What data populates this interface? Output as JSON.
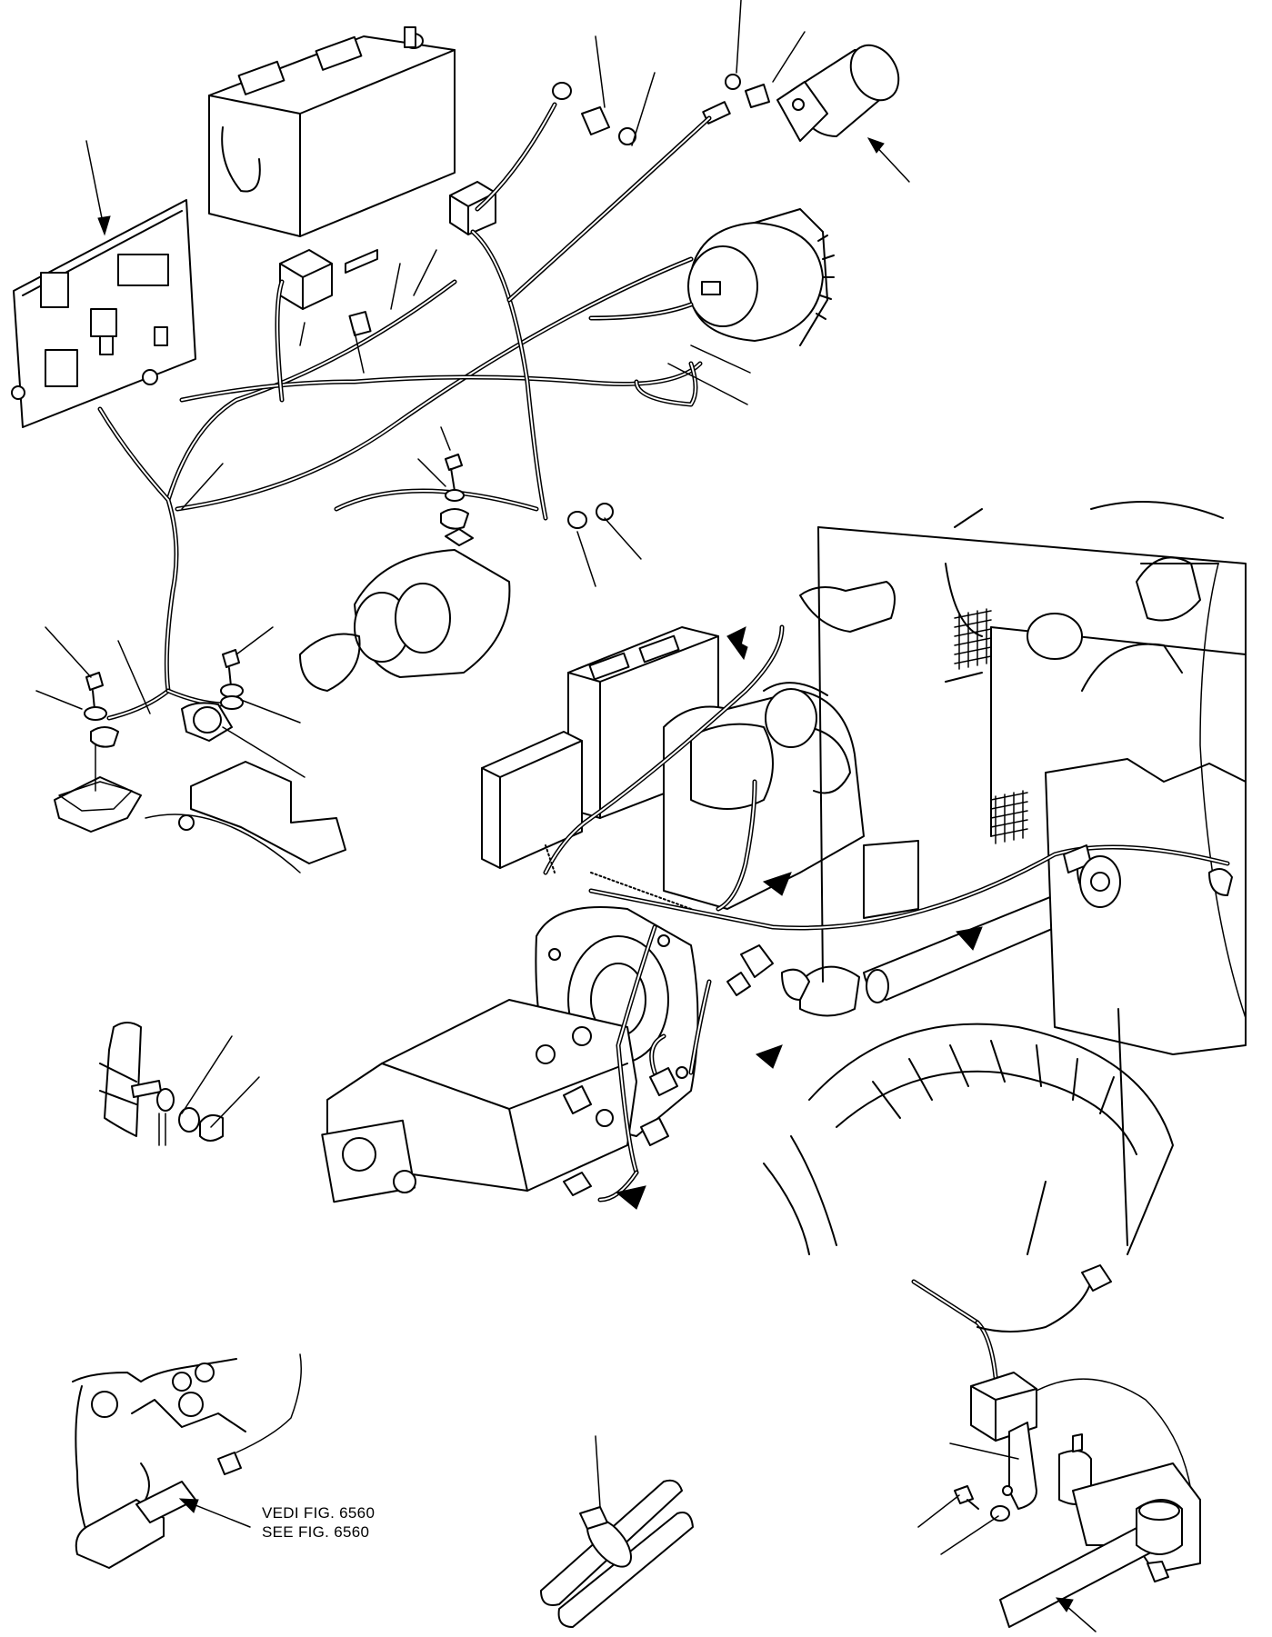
{
  "figure_references": [
    {
      "id": "vedi",
      "text": "VEDI FIG. 6560"
    },
    {
      "id": "see",
      "text": "SEE FIG. 6560"
    }
  ],
  "colors": {
    "ink": "#000000",
    "paper": "#ffffff"
  }
}
